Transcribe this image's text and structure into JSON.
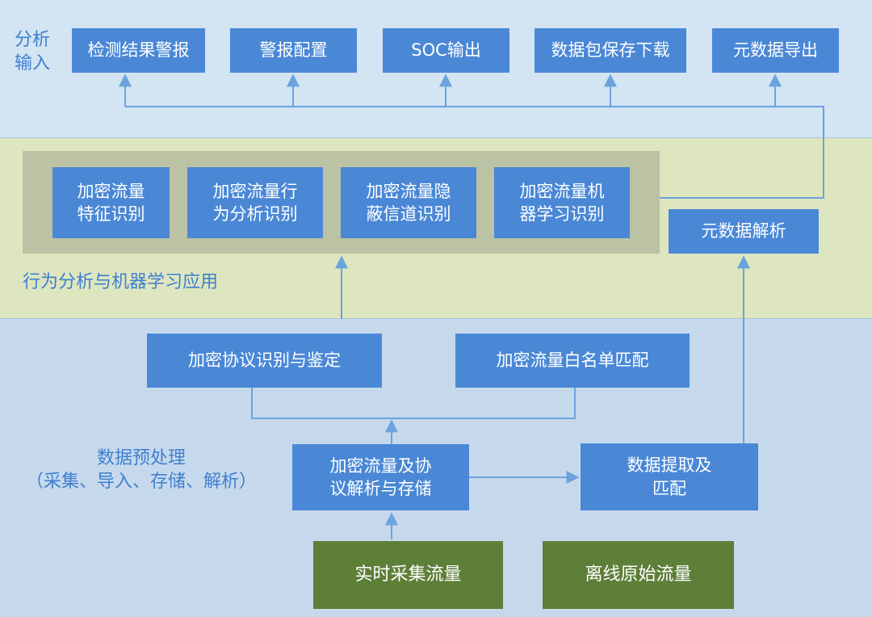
{
  "layers": {
    "output_label": "分析\n输入",
    "ml_label": "行为分析与机器学习应用",
    "preprocess_label": "数据预处理\n（采集、导入、存储、解析）"
  },
  "outputs": {
    "detect_alert": "检测结果警报",
    "alert_config": "警报配置",
    "soc_output": "SOC输出",
    "pcap_download": "数据包保存下载",
    "metadata_export": "元数据导出"
  },
  "ml": {
    "feature_id": "加密流量\n特征识别",
    "behavior_id": "加密流量行\n为分析识别",
    "covert_id": "加密流量隐\n蔽信道识别",
    "ml_id": "加密流量机\n器学习识别",
    "metadata_parse": "元数据解析"
  },
  "preprocess": {
    "protocol_id": "加密协议识别与鉴定",
    "whitelist": "加密流量白名单匹配",
    "parse_store": "加密流量及协\n议解析与存储",
    "extract_match": "数据提取及\n匹配",
    "realtime": "实时采集流量",
    "offline": "离线原始流量"
  },
  "colors": {
    "box_blue": "#4a88d6",
    "box_green": "#5e7f38",
    "connector": "#6aa3de",
    "label_blue": "#3f7fd0"
  }
}
